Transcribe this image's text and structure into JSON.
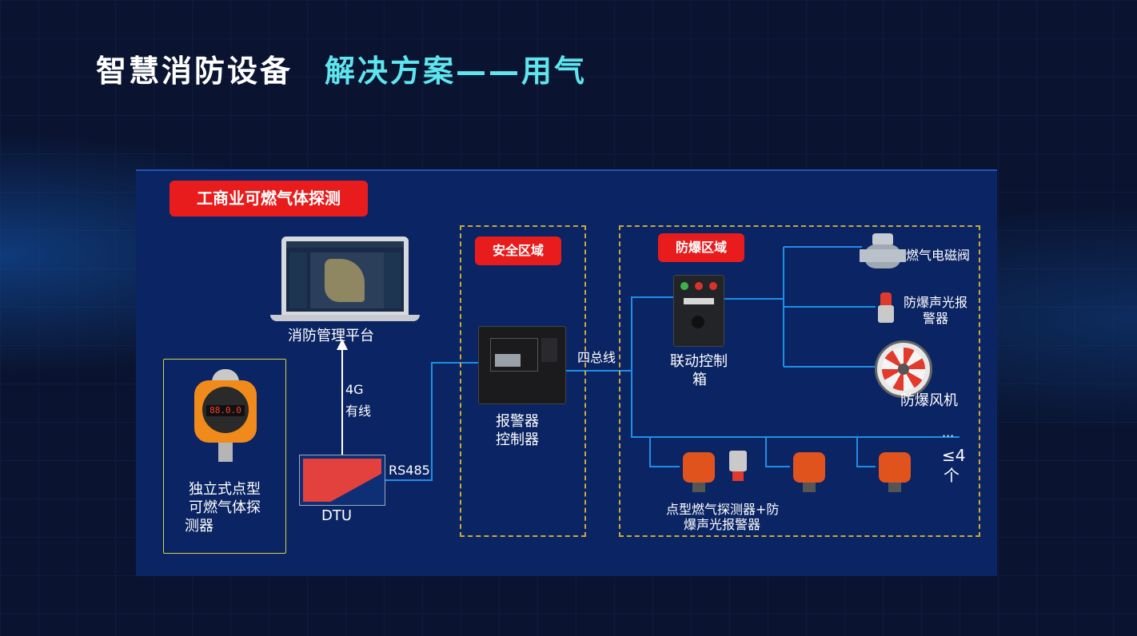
{
  "title": {
    "part1": "智慧消防设备",
    "part2": "解决方案——用气"
  },
  "badges": {
    "main": "工商业可燃气体探测",
    "safe_zone": "安全区域",
    "explosion_zone": "防爆区域"
  },
  "nodes": {
    "platform": "消防管理平台",
    "standalone_detector": [
      "独立式点型",
      "可燃气体探",
      "测器"
    ],
    "dtu": "DTU",
    "alarm_controller": [
      "报警器",
      "控制器"
    ],
    "linkage_box": [
      "联动控制",
      "箱"
    ],
    "gas_valve": "燃气电磁阀",
    "sound_light_alarm": [
      "防爆声光报",
      "警器"
    ],
    "fan": "防爆风机",
    "point_detectors": [
      "点型燃气探测器+防",
      "爆声光报警器"
    ]
  },
  "links": {
    "uplink_line1": "4G",
    "uplink_line2": "有线",
    "rs485": "RS485",
    "four_bus": "四总线",
    "ellipsis": "···",
    "max_count": "≤4",
    "unit": "个"
  },
  "device_display": "88.0.0",
  "colors": {
    "accent_cyan": "#5ee6ee",
    "badge_red": "#e81c1c",
    "dashed_border": "#c9a93a",
    "wire": "#1f8fe6"
  }
}
